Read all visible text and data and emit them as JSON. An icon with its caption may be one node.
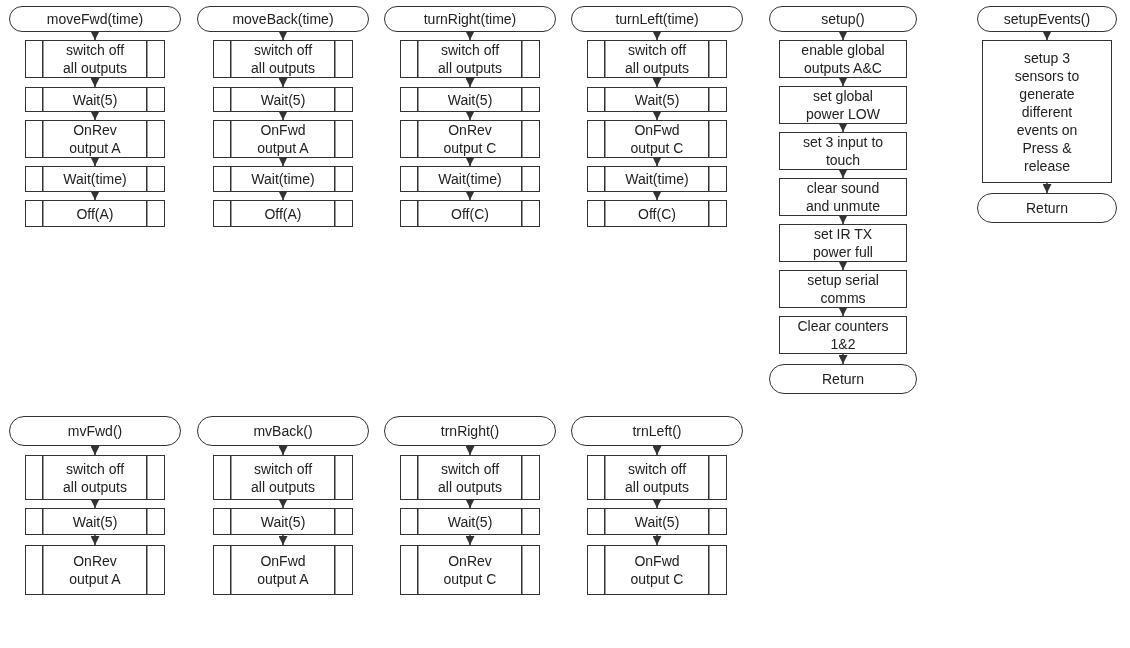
{
  "diagram": {
    "nodes": [
      {
        "text": [
          "moveFwd(time)"
        ]
      },
      {
        "text": [
          "switch off all outputs"
        ]
      },
      {
        "text": [
          "Wait(5)"
        ]
      },
      {
        "text": [
          "OnRev output A"
        ]
      },
      {
        "text": [
          "Wait(time)"
        ]
      },
      {
        "text": [
          "Off(A)"
        ]
      },
      {
        "text": [
          "moveBack(time)"
        ]
      },
      {
        "text": [
          "switch off all outputs"
        ]
      },
      {
        "text": [
          "Wait(5)"
        ]
      },
      {
        "text": [
          "OnFwd output A"
        ]
      },
      {
        "text": [
          "Wait(time)"
        ]
      },
      {
        "text": [
          "Off(A)"
        ]
      },
      {
        "text": [
          "turnRight(time)"
        ]
      },
      {
        "text": [
          "switch off all outputs"
        ]
      },
      {
        "text": [
          "Wait(5)"
        ]
      },
      {
        "text": [
          "OnRev output C"
        ]
      },
      {
        "text": [
          "Wait(time)"
        ]
      },
      {
        "text": [
          "Off(C)"
        ]
      },
      {
        "text": [
          "turnLeft(time)"
        ]
      },
      {
        "text": [
          "switch off all outputs"
        ]
      },
      {
        "text": [
          "Wait(5)"
        ]
      },
      {
        "text": [
          "OnFwd output C"
        ]
      },
      {
        "text": [
          "Wait(time)"
        ]
      },
      {
        "text": [
          "Off(C)"
        ]
      },
      {
        "text": [
          "setup()"
        ]
      },
      {
        "text": [
          "enable global outputs A&C"
        ]
      },
      {
        "text": [
          "set global power LOW"
        ]
      },
      {
        "text": [
          "set 3 input to touch"
        ]
      },
      {
        "text": [
          "clear sound and unmute"
        ]
      },
      {
        "text": [
          "set IR TX power full"
        ]
      },
      {
        "text": [
          "setup serial comms"
        ]
      },
      {
        "text": [
          "Clear counters 1&2"
        ]
      },
      {
        "text": [
          "Return"
        ]
      },
      {
        "text": [
          "setupEvents()"
        ]
      },
      {
        "text": [
          "setup 3 sensors to generate different events on Press & release"
        ]
      },
      {
        "text": [
          "Return"
        ]
      },
      {
        "text": [
          "mvFwd()"
        ]
      },
      {
        "text": [
          "switch off all outputs"
        ]
      },
      {
        "text": [
          "Wait(5)"
        ]
      },
      {
        "text": [
          "OnRev output A"
        ]
      },
      {
        "text": [
          "mvBack()"
        ]
      },
      {
        "text": [
          "switch off all outputs"
        ]
      },
      {
        "text": [
          "Wait(5)"
        ]
      },
      {
        "text": [
          "OnFwd output A"
        ]
      },
      {
        "text": [
          "trnRight()"
        ]
      },
      {
        "text": [
          "switch off all outputs"
        ]
      },
      {
        "text": [
          "Wait(5)"
        ]
      },
      {
        "text": [
          "OnRev output C"
        ]
      },
      {
        "text": [
          "trnLeft()"
        ]
      },
      {
        "text": [
          "switch off all outputs"
        ]
      },
      {
        "text": [
          "Wait(5)"
        ]
      },
      {
        "text": [
          "OnFwd output C"
        ]
      }
    ],
    "edges": [
      {
        "from": 0,
        "to": 1,
        "arrow": "to"
      },
      {
        "from": 1,
        "to": 2,
        "arrow": "to"
      },
      {
        "from": 2,
        "to": 3,
        "arrow": "to"
      },
      {
        "from": 3,
        "to": 4,
        "arrow": "to"
      },
      {
        "from": 4,
        "to": 5,
        "arrow": "to"
      },
      {
        "from": 6,
        "to": 7,
        "arrow": "to"
      },
      {
        "from": 7,
        "to": 8,
        "arrow": "to"
      },
      {
        "from": 8,
        "to": 9,
        "arrow": "to"
      },
      {
        "from": 9,
        "to": 10,
        "arrow": "to"
      },
      {
        "from": 10,
        "to": 11,
        "arrow": "to"
      },
      {
        "from": 12,
        "to": 13,
        "arrow": "to"
      },
      {
        "from": 13,
        "to": 14,
        "arrow": "to"
      },
      {
        "from": 14,
        "to": 15,
        "arrow": "to"
      },
      {
        "from": 15,
        "to": 16,
        "arrow": "to"
      },
      {
        "from": 16,
        "to": 17,
        "arrow": "to"
      },
      {
        "from": 18,
        "to": 19,
        "arrow": "to"
      },
      {
        "from": 19,
        "to": 20,
        "arrow": "to"
      },
      {
        "from": 20,
        "to": 21,
        "arrow": "to"
      },
      {
        "from": 21,
        "to": 22,
        "arrow": "to"
      },
      {
        "from": 22,
        "to": 23,
        "arrow": "to"
      },
      {
        "from": 24,
        "to": 25,
        "arrow": "to"
      },
      {
        "from": 25,
        "to": 26,
        "arrow": "to"
      },
      {
        "from": 26,
        "to": 27,
        "arrow": "to"
      },
      {
        "from": 27,
        "to": 28,
        "arrow": "to"
      },
      {
        "from": 28,
        "to": 29,
        "arrow": "to"
      },
      {
        "from": 29,
        "to": 30,
        "arrow": "to"
      },
      {
        "from": 30,
        "to": 31,
        "arrow": "to"
      },
      {
        "from": 31,
        "to": 32,
        "arrow": "to"
      },
      {
        "from": 33,
        "to": 34,
        "arrow": "to"
      },
      {
        "from": 34,
        "to": 35,
        "arrow": "to"
      },
      {
        "from": 36,
        "to": 37,
        "arrow": "to"
      },
      {
        "from": 37,
        "to": 38,
        "arrow": "to"
      },
      {
        "from": 38,
        "to": 39,
        "arrow": "to"
      },
      {
        "from": 40,
        "to": 41,
        "arrow": "to"
      },
      {
        "from": 41,
        "to": 42,
        "arrow": "to"
      },
      {
        "from": 42,
        "to": 43,
        "arrow": "to"
      },
      {
        "from": 44,
        "to": 45,
        "arrow": "to"
      },
      {
        "from": 45,
        "to": 46,
        "arrow": "to"
      },
      {
        "from": 46,
        "to": 47,
        "arrow": "to"
      },
      {
        "from": 48,
        "to": 49,
        "arrow": "to"
      },
      {
        "from": 49,
        "to": 50,
        "arrow": "to"
      },
      {
        "from": 50,
        "to": 51,
        "arrow": "to"
      }
    ]
  }
}
